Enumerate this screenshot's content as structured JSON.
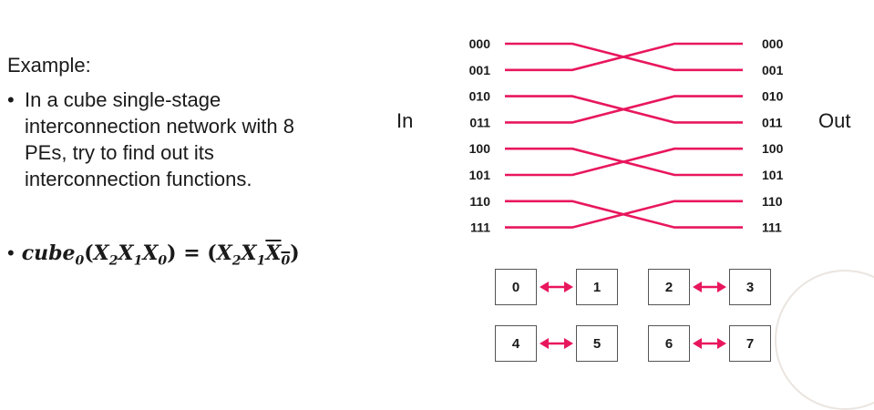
{
  "slide": {
    "example_heading": "Example:",
    "bullet_1": "In a cube single-stage interconnection network with 8 PEs, try to find out its interconnection functions.",
    "bullet_1_lines": [
      "In a cube single-stage",
      "interconnection network with 8",
      "PEs, try to find out its",
      "interconnection functions."
    ],
    "bullet_dot": "•"
  },
  "network": {
    "in_label": "In",
    "out_label": "Out",
    "inputs": [
      "000",
      "001",
      "010",
      "011",
      "100",
      "101",
      "110",
      "111"
    ],
    "outputs": [
      "000",
      "001",
      "010",
      "011",
      "100",
      "101",
      "110",
      "111"
    ],
    "connections": [
      [
        0,
        1
      ],
      [
        1,
        0
      ],
      [
        2,
        3
      ],
      [
        3,
        2
      ],
      [
        4,
        5
      ],
      [
        5,
        4
      ],
      [
        6,
        7
      ],
      [
        7,
        6
      ]
    ],
    "line_color": "#e8175d"
  },
  "pairs": [
    {
      "a": "0",
      "b": "1"
    },
    {
      "a": "2",
      "b": "3"
    },
    {
      "a": "4",
      "b": "5"
    },
    {
      "a": "6",
      "b": "7"
    }
  ]
}
